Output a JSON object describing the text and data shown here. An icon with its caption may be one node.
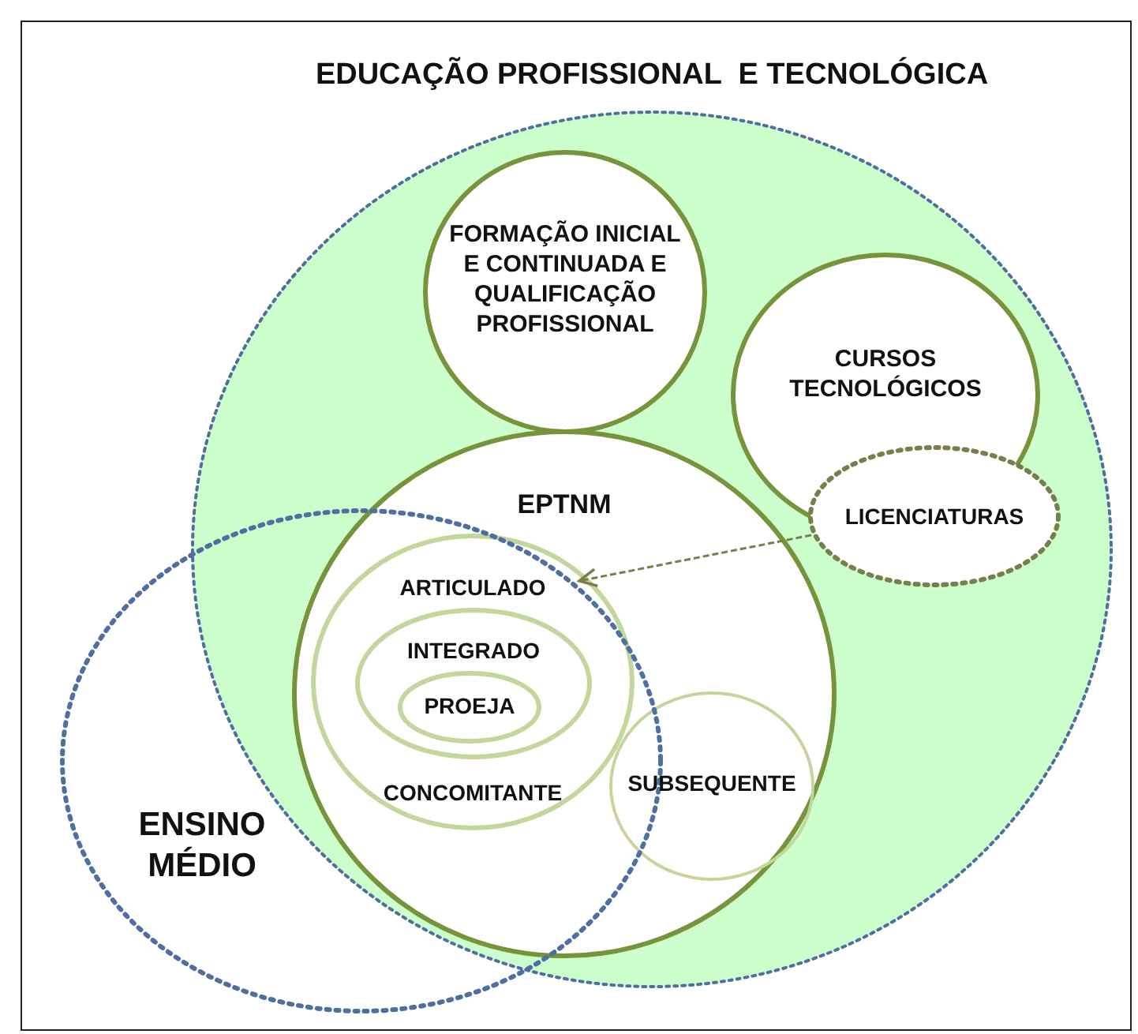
{
  "diagram": {
    "nodes": [
      {
        "text": [
          "EDUCAÇÃO PROFISSIONAL  E TECNOLÓGICA"
        ]
      },
      {
        "text": [
          "FORMAÇÃO INICIAL E CONTINUADA E QUALIFICAÇÃO PROFISSIONAL"
        ],
        "in": 0
      },
      {
        "text": [
          "CURSOS TECNOLÓGICOS"
        ],
        "in": 0
      },
      {
        "text": [
          "LICENCIATURAS"
        ],
        "in": 0
      },
      {
        "text": [
          "EPTNM"
        ],
        "in": 0
      },
      {
        "text": [
          "ARTICULADO",
          "CONCOMITANTE"
        ]
      },
      {
        "text": [
          "INTEGRADO"
        ],
        "in": 5
      },
      {
        "text": [
          "PROEJA"
        ],
        "in": 6
      },
      {
        "text": [
          "SUBSEQUENTE"
        ],
        "in": 4
      },
      {
        "text": [
          "ENSINO MÉDIO"
        ]
      }
    ],
    "edges": [
      {
        "from": 3,
        "to": 5,
        "arrow": "to",
        "style": "dashed",
        "color": "#77804a"
      }
    ]
  }
}
